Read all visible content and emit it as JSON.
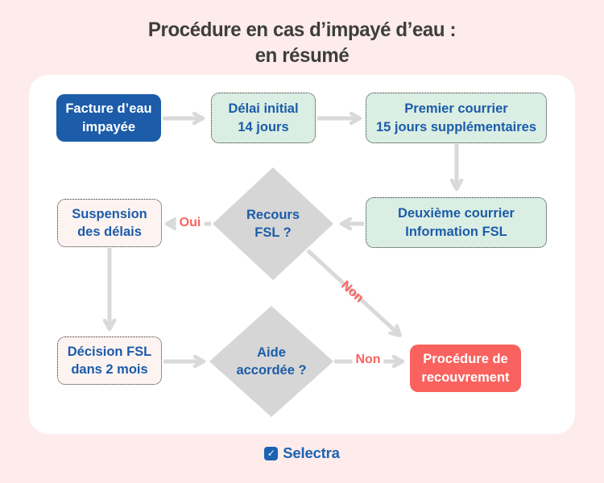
{
  "title": {
    "line1": "Procédure en cas d’impayé d’eau :",
    "line2": "en résumé"
  },
  "nodes": {
    "facture_impayee": {
      "line1": "Facture d’eau",
      "line2": "impayée"
    },
    "delai_initial": {
      "line1": "Délai initial",
      "line2": "14 jours"
    },
    "premier_courrier": {
      "line1": "Premier courrier",
      "line2": "15 jours supplémentaires"
    },
    "deuxieme_courrier": {
      "line1": "Deuxième courrier",
      "line2": "Information FSL"
    },
    "recours_fsl": {
      "line1": "Recours",
      "line2": "FSL ?"
    },
    "suspension": {
      "line1": "Suspension",
      "line2": "des délais"
    },
    "decision_fsl": {
      "line1": "Décision FSL",
      "line2": "dans 2 mois"
    },
    "aide_accordee": {
      "line1": "Aide",
      "line2": "accordée ?"
    },
    "recouvrement": {
      "line1": "Procédure de",
      "line2": "recouvrement"
    }
  },
  "edge_labels": {
    "oui": "Oui",
    "non_recours": "Non",
    "non_aide": "Non"
  },
  "footer": {
    "brand": "Selectra",
    "logo_icon": "check-icon",
    "logo_glyph": "✓"
  },
  "colors": {
    "background_pink": "#fdeceb",
    "card_white": "#ffffff",
    "accent_blue": "#1c5ca9",
    "node_green": "#daeee3",
    "node_pink": "#fdf3f1",
    "decision_gray": "#d6d6d6",
    "danger_red": "#f9625e",
    "arrow_gray": "#d9d9d9",
    "title_gray": "#3d3d3d"
  }
}
